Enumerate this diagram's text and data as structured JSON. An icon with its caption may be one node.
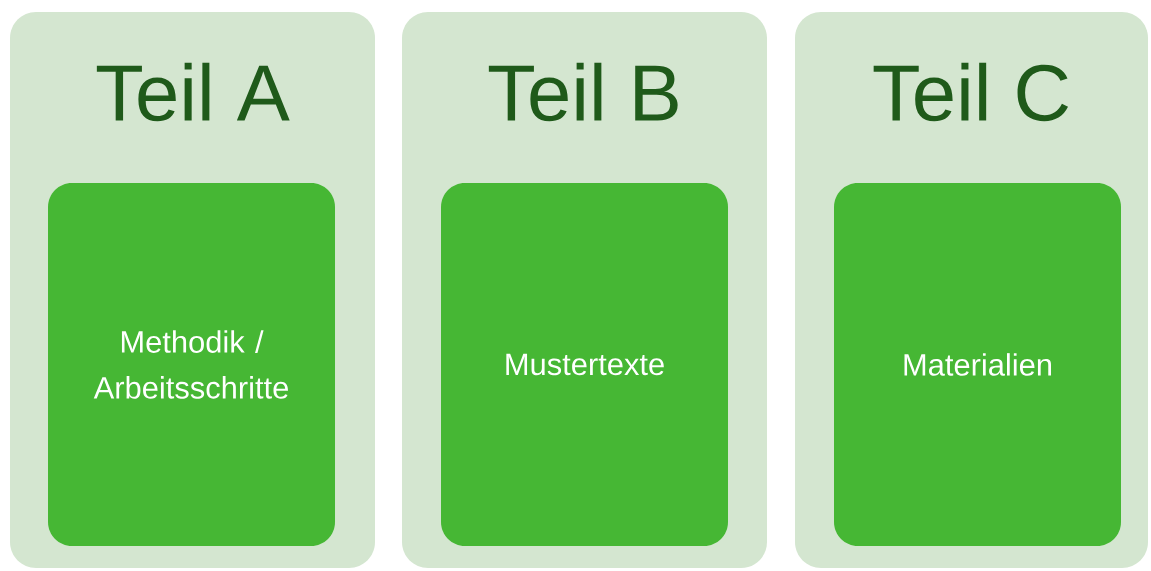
{
  "diagram": {
    "nodes": [
      {
        "text": [
          "Teil A"
        ]
      },
      {
        "text": [
          "Methodik / Arbeitsschritte"
        ],
        "in": 0
      },
      {
        "text": [
          "Teil B"
        ]
      },
      {
        "text": [
          "Mustertexte"
        ],
        "in": 2
      },
      {
        "text": [
          "Teil C"
        ]
      },
      {
        "text": [
          "Materialien"
        ],
        "in": 4
      }
    ]
  }
}
